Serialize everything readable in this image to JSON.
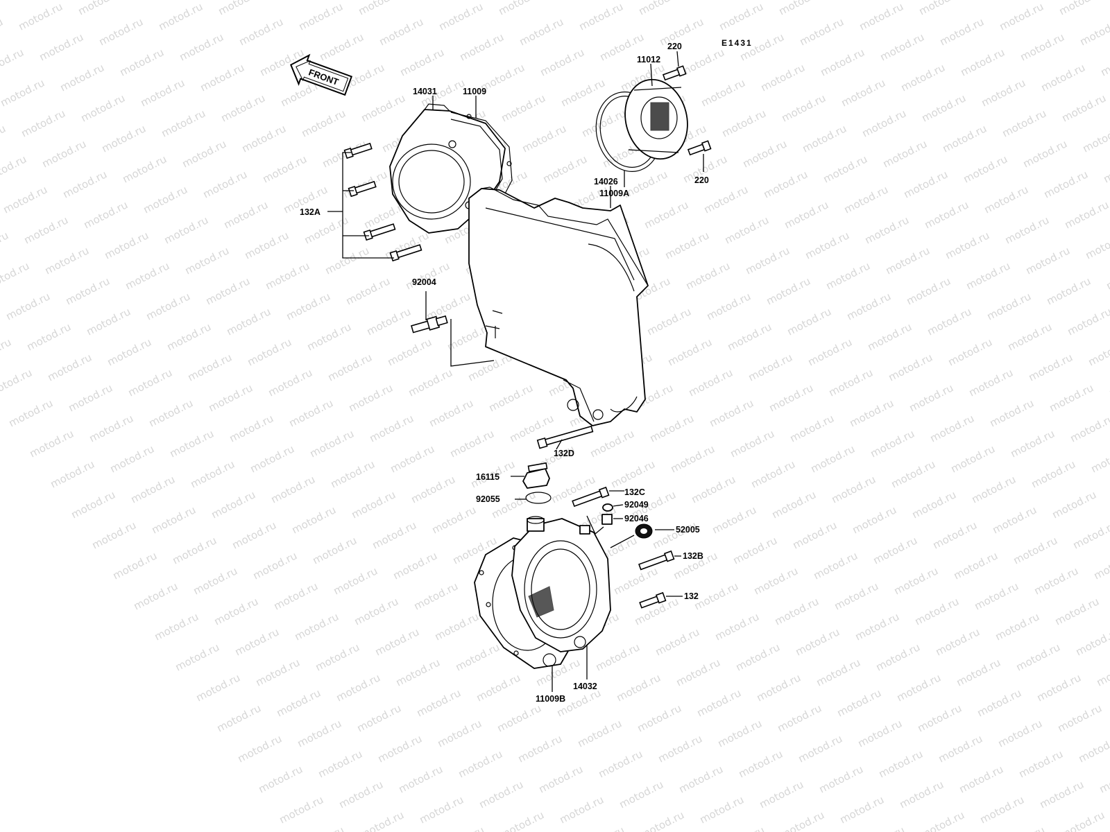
{
  "diagram": {
    "code": "E1431",
    "watermark": "motod.ru",
    "front_arrow_text": "FRONT",
    "labels": {
      "p14031": "14031",
      "p11009": "11009",
      "p220a": "220",
      "p11012": "11012",
      "p220b": "220",
      "p11009a": "11009A",
      "p132a": "132A",
      "p14026": "14026",
      "p92004": "92004",
      "p132d": "132D",
      "p16115": "16115",
      "p92055": "92055",
      "p132c": "132C",
      "p92049": "92049",
      "p92046": "92046",
      "p52005": "52005",
      "p132b": "132B",
      "p132": "132",
      "p14032": "14032",
      "p11009b": "11009B"
    }
  }
}
